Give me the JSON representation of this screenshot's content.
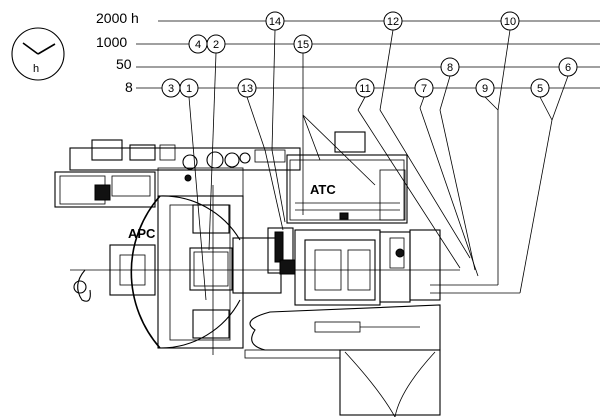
{
  "clock_icon": "clock-icon",
  "clock_unit": "h",
  "interval_rows": [
    {
      "label": "2000 h",
      "markers": [
        "14",
        "12",
        "10"
      ]
    },
    {
      "label": "1000",
      "markers": [
        "4",
        "2",
        "15"
      ]
    },
    {
      "label": "50",
      "markers": [
        "8",
        "6"
      ]
    },
    {
      "label": "8",
      "markers": [
        "3",
        "1",
        "13",
        "11",
        "7",
        "9",
        "5"
      ]
    }
  ],
  "sections": {
    "apc": "APC",
    "atc": "ATC"
  }
}
